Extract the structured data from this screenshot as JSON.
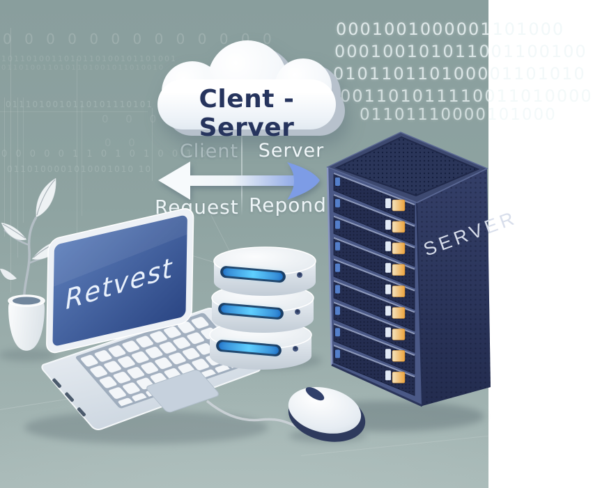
{
  "cloud": {
    "label": "Clent - Server"
  },
  "flow": {
    "client_label": "Client",
    "server_label": "Server",
    "request_label": "Request",
    "respond_label": "Repond"
  },
  "laptop": {
    "screen_label": "Retvest"
  },
  "database": {
    "disk_count": 3
  },
  "server_tower": {
    "label": "SERVER",
    "unit_count": 9
  },
  "mouse": {
    "present": true
  },
  "background": {
    "binary_rows": [
      "0001001000001101000",
      "000100101011001100100",
      "010110110100001101010",
      "001101011110011010000",
      "01101110000101000"
    ],
    "faint_code_rows": [
      "0 0 0 0 0 0 0 0 0 0 0 0 0",
      "1011010011010110100101101001",
      "0110100110101101001011010010",
      "0111010010110101110101 1010",
      "0 0 0 0 0 1 1 0 1 0 1 0 0 1 0",
      "0110100001010001010 10",
      "0  0  0",
      "0  0"
    ]
  },
  "colors": {
    "background": "#90a5a3",
    "cloud_text": "#26345d",
    "arrow_blue": "#7d9ce6",
    "screen_blue": "#3d5ea4",
    "tower_navy": "#333f66",
    "led_blue": "#3fbcf5",
    "amber": "#eaae52",
    "label_white": "#eef5f7"
  }
}
